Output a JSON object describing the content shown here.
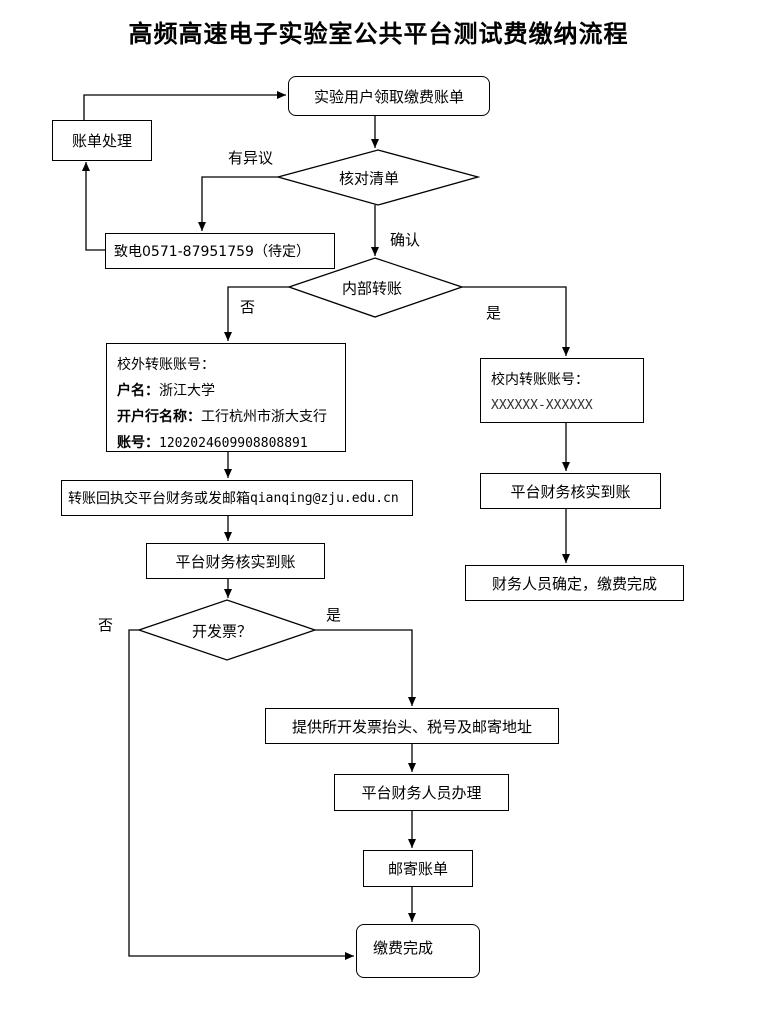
{
  "title": "高频高速电子实验室公共平台测试费缴纳流程",
  "nodes": {
    "receive_bill": "实验用户领取缴费账单",
    "bill_processing": "账单处理",
    "check_list": "核对清单",
    "call_number": "致电0571-87951759（待定）",
    "internal_transfer": "内部转账",
    "external_account": {
      "heading": "校外转账账号：",
      "name_label": "户名：",
      "name_value": "浙江大学",
      "bank_label": "开户行名称：",
      "bank_value": "工行杭州市浙大支行",
      "account_label": "账号：",
      "account_value": "1202024609908808891"
    },
    "send_receipt": "转账回执交平台财务或发邮箱",
    "email": "qianqing@zju.edu.cn",
    "finance_verify_left": "平台财务核实到账",
    "invoice_question": "开发票？",
    "provide_invoice_info": "提供所开发票抬头、税号及邮寄地址",
    "finance_staff_handle": "平台财务人员办理",
    "mail_bill": "邮寄账单",
    "payment_done": "缴费完成",
    "internal_account": {
      "heading": "校内转账账号：",
      "value": "XXXXXX-XXXXXX"
    },
    "finance_verify_right": "平台财务核实到账",
    "finance_confirm": "财务人员确定，缴费完成"
  },
  "edge_labels": {
    "objection": "有异议",
    "confirm": "确认",
    "no_internal": "否",
    "yes_internal": "是",
    "no_invoice": "否",
    "yes_invoice": "是"
  }
}
